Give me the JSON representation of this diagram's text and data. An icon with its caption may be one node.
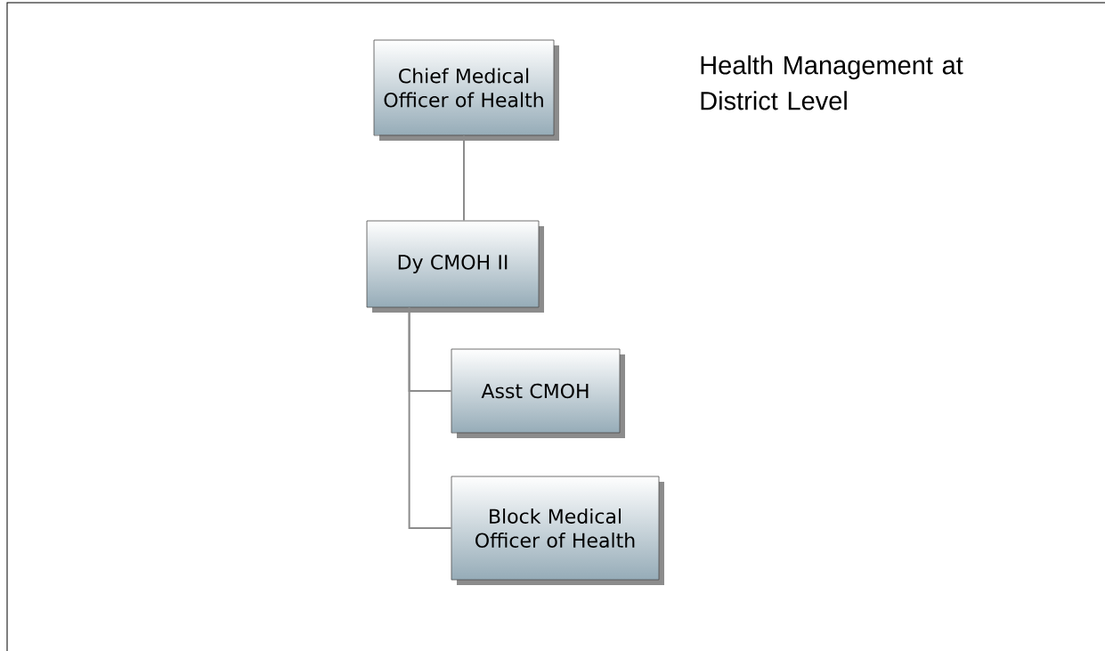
{
  "diagram": {
    "title": "Health Management at District Level",
    "nodes": [
      {
        "text": [
          "Chief Medical Officer of Health"
        ]
      },
      {
        "text": [
          "Dy CMOH II"
        ]
      },
      {
        "text": [
          "Asst CMOH"
        ]
      },
      {
        "text": [
          "Block Medical Officer of Health"
        ]
      }
    ],
    "edges": [
      {
        "from": 0,
        "to": 1,
        "arrow": "none"
      },
      {
        "from": 1,
        "to": 2,
        "arrow": "none"
      },
      {
        "from": 1,
        "to": 3,
        "arrow": "none"
      }
    ]
  }
}
